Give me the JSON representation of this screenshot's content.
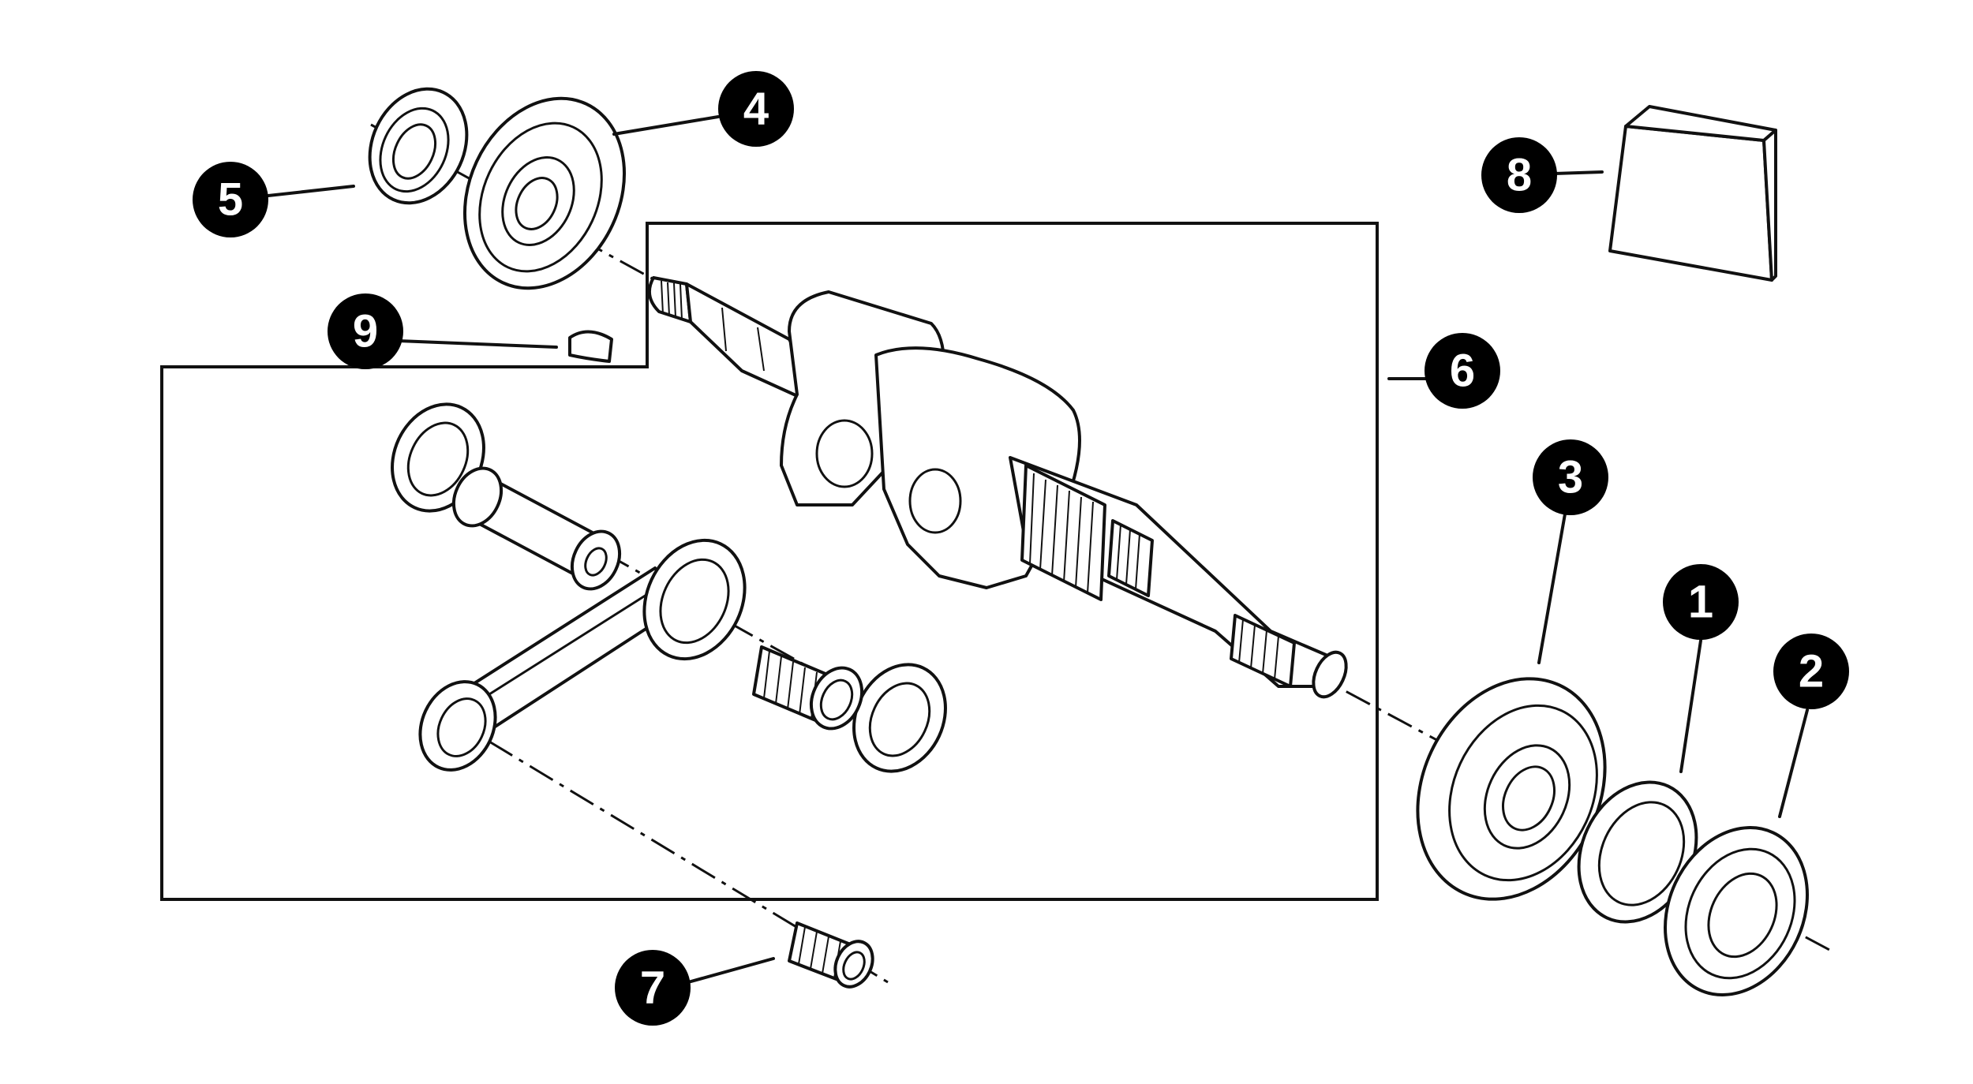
{
  "callouts": [
    {
      "id": "1",
      "label": "1"
    },
    {
      "id": "2",
      "label": "2"
    },
    {
      "id": "3",
      "label": "3"
    },
    {
      "id": "4",
      "label": "4"
    },
    {
      "id": "5",
      "label": "5"
    },
    {
      "id": "6",
      "label": "6"
    },
    {
      "id": "7",
      "label": "7"
    },
    {
      "id": "8",
      "label": "8"
    },
    {
      "id": "9",
      "label": "9"
    }
  ],
  "colors": {
    "line": "#111111",
    "background": "#ffffff",
    "callout_fill": "#000000",
    "callout_text": "#ffffff"
  }
}
